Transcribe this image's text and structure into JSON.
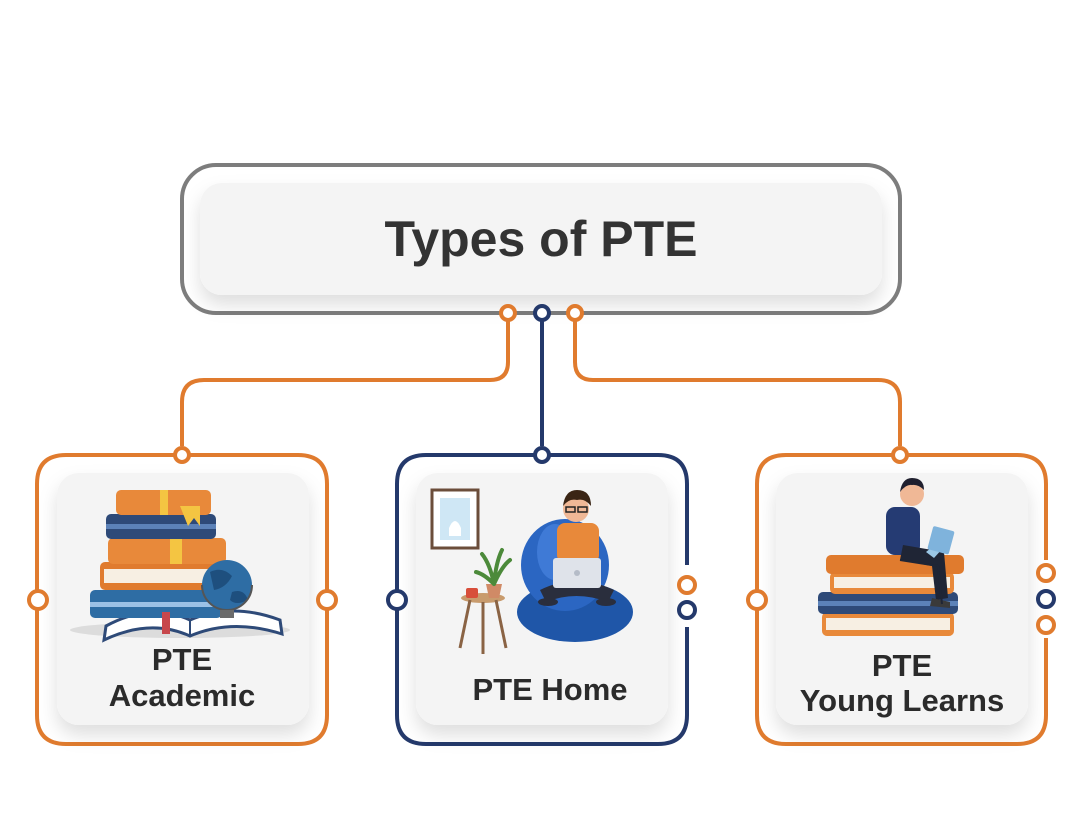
{
  "title": "Types of PTE",
  "colors": {
    "orange": "#e07b2e",
    "navy": "#24396b",
    "title_border": "#7d7d7d",
    "card_fill": "#f4f4f4",
    "text": "#2b2b2b"
  },
  "cards": [
    {
      "lines": [
        "PTE",
        "Academic"
      ],
      "illustration": "stack-of-books-with-globe",
      "accent": "orange"
    },
    {
      "lines": [
        "PTE Home"
      ],
      "illustration": "student-on-beanbag-with-laptop",
      "accent": "navy"
    },
    {
      "lines": [
        "PTE",
        "Young Learns"
      ],
      "illustration": "student-sitting-on-books-with-laptop",
      "accent": "orange"
    }
  ]
}
